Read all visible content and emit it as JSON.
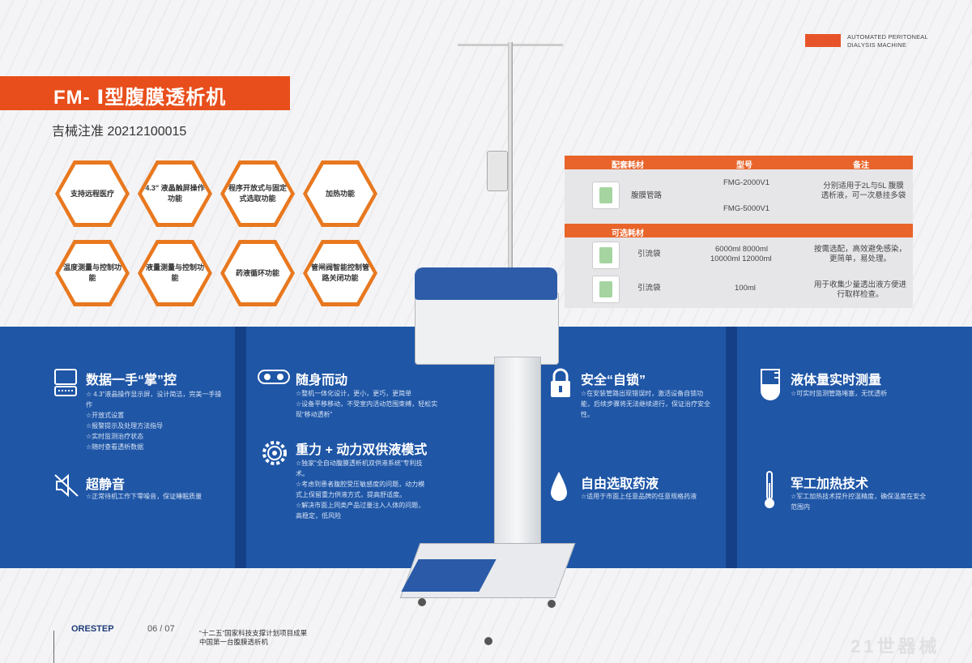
{
  "header": {
    "brand_line1": "AUTOMATED PERITONEAL",
    "brand_line2": "DIALYSIS MACHINE",
    "title": "FM- Ⅰ型腹膜透析机",
    "registration": "吉械注准 20212100015"
  },
  "features_hex": [
    "支持远程医疗",
    "4.3\" 液晶触屏操作功能",
    "程序开放式与固定式选取功能",
    "加热功能",
    "温度测量与控制功能",
    "液量测量与控制功能",
    "药液循环功能",
    "管闸阀智能控制管路关闭功能"
  ],
  "table": {
    "headers": [
      "配套耗材",
      "型号",
      "备注"
    ],
    "row1_name": "腹膜管路",
    "row1_model_a": "FMG-2000V1",
    "row1_model_b": "FMG-5000V1",
    "row1_note": "分别适用于2L与5L 腹膜透析液，可一次悬挂多袋",
    "optional_header": "可选耗材",
    "row2_name": "引流袋",
    "row2_model_a": "6000ml  8000ml",
    "row2_model_b": "10000ml  12000ml",
    "row2_note": "按需选配，高效避免感染，更简单，易处理。",
    "row3_name": "引流袋",
    "row3_model": "100ml",
    "row3_note": "用于收集少量透出液方便进行取样检查。"
  },
  "panels": {
    "data_title": "数据一手“掌”控",
    "data_lines": [
      "☆ 4.3\"液晶操作显示屏，设计简洁，完美一手操作",
      "☆开放式设置",
      "☆报警提示及处理方法指导",
      "☆实时监测治疗状态",
      "☆随时查看透析数据"
    ],
    "silent_title": "超静音",
    "silent_text": "☆正常待机工作下零噪音，保证睡眠质量",
    "mobile_title": "随身而动",
    "mobile_lines": [
      "☆整机一体化设计，更小，更巧，更简单",
      "☆设备平移移动，不受室内活动范围束缚，轻松实现“移动透析”"
    ],
    "gravity_title": "重力 + 动力双供液模式",
    "gravity_lines": [
      "☆独家“全自动腹膜透析机双供液系统”专利技术。",
      "☆考虑到患者腹腔受压敏感度的问题，动力模式上保留重力供液方式，提高舒适度。",
      "☆解决市面上同类产品过量注入人体的问题，高稳定，低风险"
    ],
    "lock_title": "安全“自锁”",
    "lock_text": "☆在安装管路出现错误时，激活设备自锁功能，后续步骤将无法继续进行，保证治疗安全性。",
    "drug_title": "自由选取药液",
    "drug_text": "☆适用于市面上任意品牌的任意规格药液",
    "measure_title": "液体量实时测量",
    "measure_text": "☆可实时监测管路堵塞，无忧透析",
    "heat_title": "军工加热技术",
    "heat_text": "☆军工加热技术提升控温精度，确保温度在安全范围内"
  },
  "footer": {
    "logo": "ORESTEP",
    "page": "06 / 07",
    "note1": "“十二五”国家科技支撑计划项目成果",
    "note2": "中国第一台腹膜透析机",
    "watermark": "21世器械"
  },
  "colors": {
    "accent": "#e84e1b",
    "band": "#1f56a6",
    "hex_border": "#e8781f"
  }
}
